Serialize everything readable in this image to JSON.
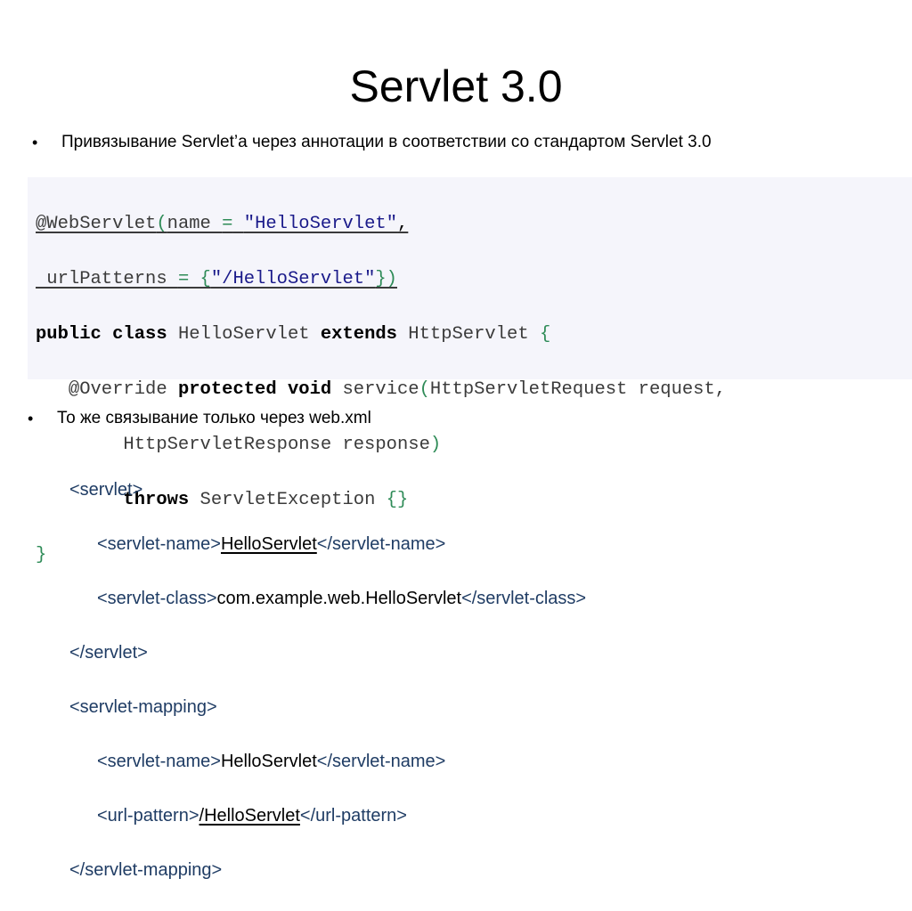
{
  "slide": {
    "title": "Servlet 3.0",
    "bullet1": {
      "marker": "•",
      "text": "Привязывание Servlet’а через аннотации в соответствии со стандартом Servlet 3.0"
    },
    "bullet2": {
      "marker": "•",
      "text": "То же связывание только через web.xml"
    }
  },
  "code": {
    "l1": {
      "a": "@WebServlet",
      "b": "(",
      "c": "name ",
      "d": "=",
      "e": " ",
      "f": "\"HelloServlet\"",
      "g": ","
    },
    "l2": {
      "a": " urlPatterns ",
      "b": "= {",
      "c": "\"/HelloServlet\"",
      "d": "})"
    },
    "l3": {
      "kw1": "public",
      "kw2": "class",
      "name": " HelloServlet ",
      "kw3": "extends",
      "sup": " HttpServlet ",
      "br": "{"
    },
    "l4": {
      "ann": "   @Override ",
      "kw1": "protected",
      "kw2": "void",
      "m": " service",
      "p": "(",
      "args": "HttpServletRequest request,"
    },
    "l5": {
      "args": "        HttpServletResponse response",
      "p": ")"
    },
    "l6": {
      "ind": "        ",
      "kw": "throws",
      "ex": " ServletException ",
      "br": "{}"
    },
    "l7": {
      "br": "}"
    }
  },
  "xml": {
    "x1": "<servlet>",
    "x2": {
      "open": "<servlet-name>",
      "val": "HelloServlet",
      "close": "</servlet-name>"
    },
    "x3": {
      "open": "<servlet-class>",
      "val": "com.example.web.HelloServlet",
      "close": "</servlet-class>"
    },
    "x4": "</servlet>",
    "x5": "<servlet-mapping>",
    "x6": {
      "open": "<servlet-name>",
      "val": "HelloServlet",
      "close": "</servlet-name>"
    },
    "x7": {
      "open": "<url-pattern>",
      "val": "/HelloServlet",
      "close": "</url-pattern>"
    },
    "x8": "</servlet-mapping>"
  }
}
